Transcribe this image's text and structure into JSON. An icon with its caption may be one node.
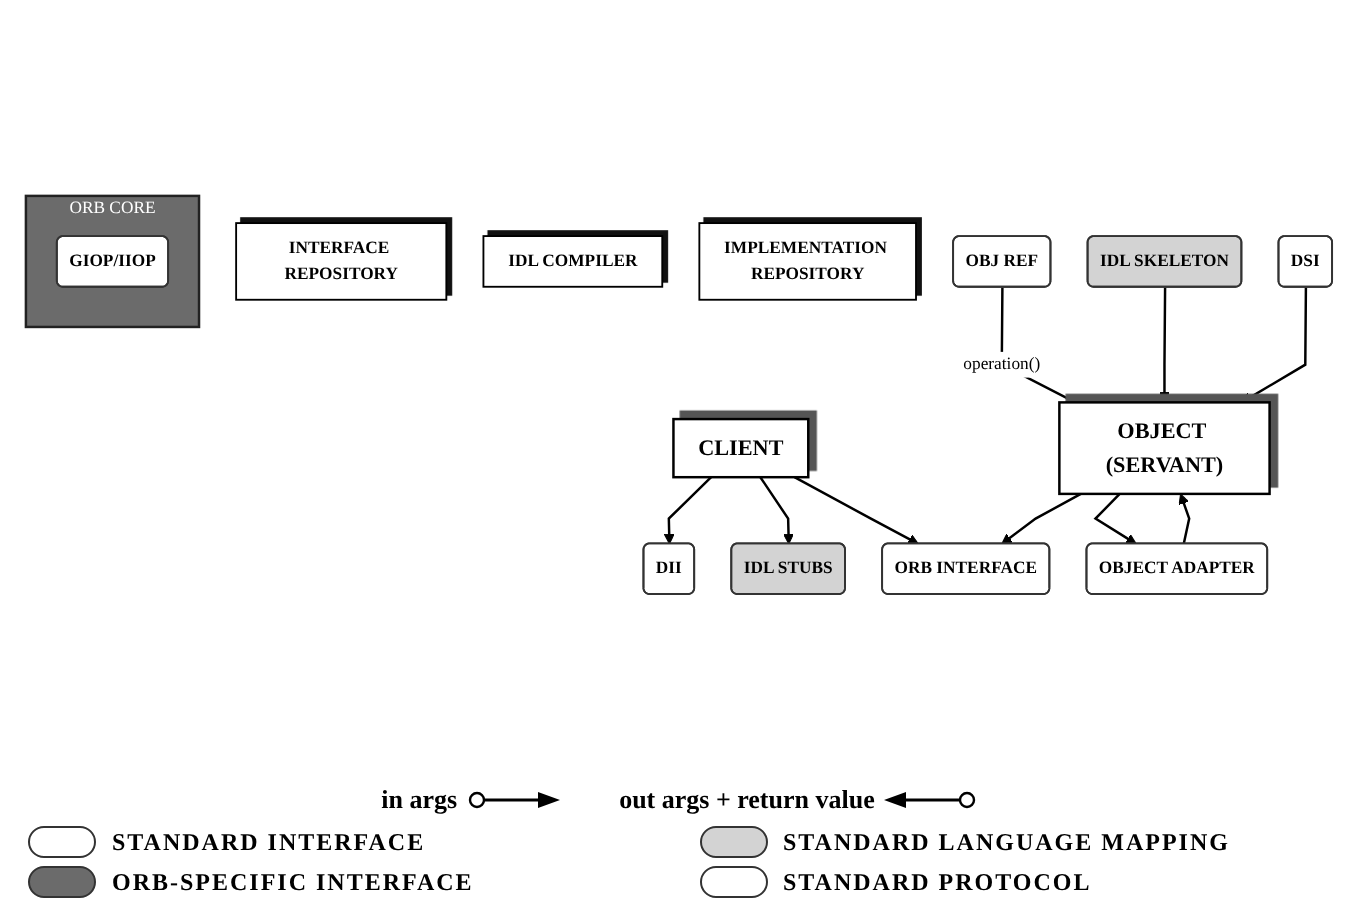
{
  "diagram": {
    "nodes": [
      {
        "text": [
          "INTERFACE REPOSITORY"
        ]
      },
      {
        "text": [
          "IDL COMPILER"
        ]
      },
      {
        "text": [
          "IMPLEMENTATION REPOSITORY"
        ]
      },
      {
        "text": [
          "CLIENT"
        ]
      },
      {
        "text": [
          "OBJ REF"
        ]
      },
      {
        "text": [
          "OBJECT (SERVANT)"
        ]
      },
      {
        "text": [
          "DII"
        ]
      },
      {
        "text": [
          "IDL STUBS"
        ]
      },
      {
        "text": [
          "ORB INTERFACE"
        ]
      },
      {
        "text": [
          "IDL SKELETON"
        ]
      },
      {
        "text": [
          "DSI"
        ]
      },
      {
        "text": [
          "OBJECT ADAPTER"
        ]
      },
      {
        "text": [
          "ORB CORE"
        ]
      },
      {
        "text": [
          "GIOP/IIOP"
        ],
        "in": 12
      }
    ],
    "edges": [
      {
        "from": 3,
        "to": 6,
        "arrow": "to"
      },
      {
        "from": 3,
        "to": 7,
        "arrow": "to"
      },
      {
        "from": 3,
        "to": 8,
        "arrow": "to"
      },
      {
        "from": 4,
        "to": 5,
        "arrow": "none",
        "label": "operation()"
      },
      {
        "from": 5,
        "to": 8,
        "arrow": "to"
      },
      {
        "from": 9,
        "to": 5,
        "arrow": "to"
      },
      {
        "from": 10,
        "to": 5,
        "arrow": "to"
      },
      {
        "from": 5,
        "to": 11,
        "arrow": "to"
      },
      {
        "from": 11,
        "to": 5,
        "arrow": "to"
      }
    ],
    "labels": [
      "in args",
      "out args + return value"
    ],
    "legend": [
      {
        "text": "STANDARD INTERFACE",
        "color": "#ffffff"
      },
      {
        "text": "STANDARD LANGUAGE MAPPING",
        "color": "#d3d3d3"
      },
      {
        "text": "ORB-SPECIFIC INTERFACE",
        "color": "#6b6b6b"
      },
      {
        "text": "STANDARD PROTOCOL",
        "color": "#ffffff"
      }
    ]
  }
}
